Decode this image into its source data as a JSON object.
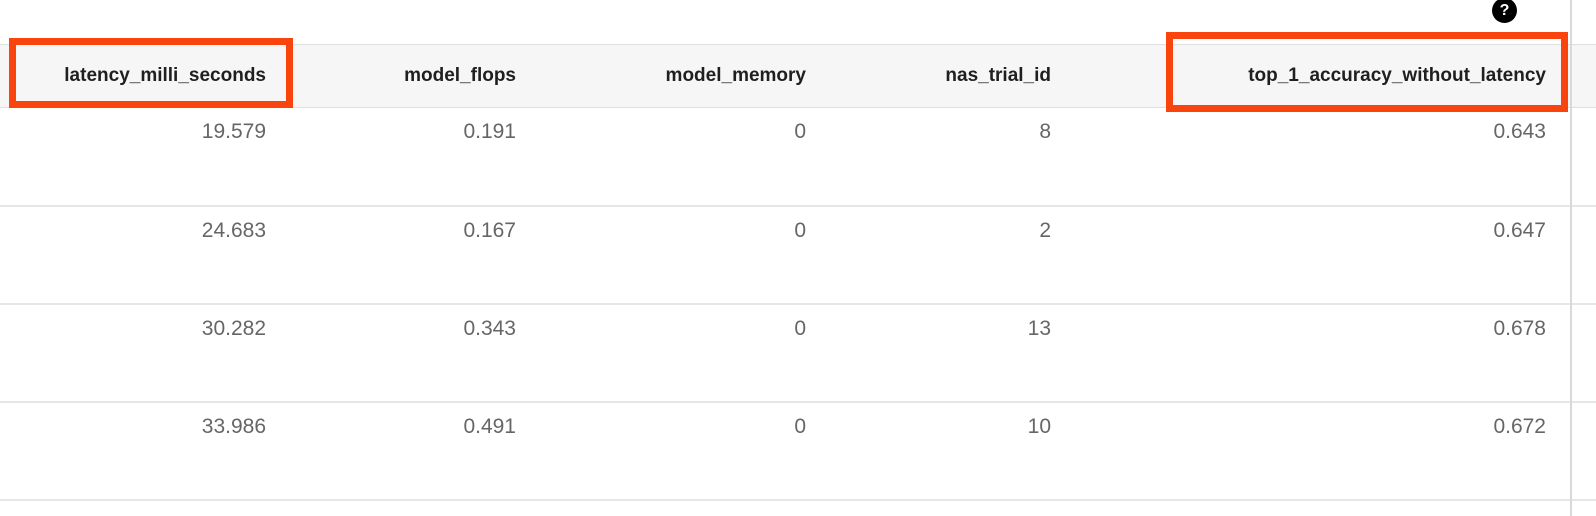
{
  "help": {
    "glyph": "?",
    "name": "help-icon"
  },
  "table": {
    "columns": [
      {
        "key": "latency_milli_seconds",
        "label": "latency_milli_seconds",
        "highlighted": true
      },
      {
        "key": "model_flops",
        "label": "model_flops",
        "highlighted": false
      },
      {
        "key": "model_memory",
        "label": "model_memory",
        "highlighted": false
      },
      {
        "key": "nas_trial_id",
        "label": "nas_trial_id",
        "highlighted": false
      },
      {
        "key": "top_1_accuracy_without_latency",
        "label": "top_1_accuracy_without_latency",
        "highlighted": true
      }
    ],
    "rows": [
      {
        "latency_milli_seconds": "19.579",
        "model_flops": "0.191",
        "model_memory": "0",
        "nas_trial_id": "8",
        "top_1_accuracy_without_latency": "0.643"
      },
      {
        "latency_milli_seconds": "24.683",
        "model_flops": "0.167",
        "model_memory": "0",
        "nas_trial_id": "2",
        "top_1_accuracy_without_latency": "0.647"
      },
      {
        "latency_milli_seconds": "30.282",
        "model_flops": "0.343",
        "model_memory": "0",
        "nas_trial_id": "13",
        "top_1_accuracy_without_latency": "0.678"
      },
      {
        "latency_milli_seconds": "33.986",
        "model_flops": "0.491",
        "model_memory": "0",
        "nas_trial_id": "10",
        "top_1_accuracy_without_latency": "0.672"
      }
    ]
  },
  "annotations": [
    {
      "target": "latency_milli_seconds",
      "shape": "rectangle"
    },
    {
      "target": "top_1_accuracy_without_latency",
      "shape": "rectangle"
    }
  ],
  "colors": {
    "highlight": "#fa440e",
    "header_background": "#f6f6f6",
    "row_border": "#e6e6e6",
    "header_border": "#e0e0e0",
    "header_text": "#1f1f1f",
    "cell_text": "#666666",
    "help_icon_background": "#000000",
    "help_icon_glyph": "#ffffff",
    "column_divider": "#d9d9d9"
  }
}
